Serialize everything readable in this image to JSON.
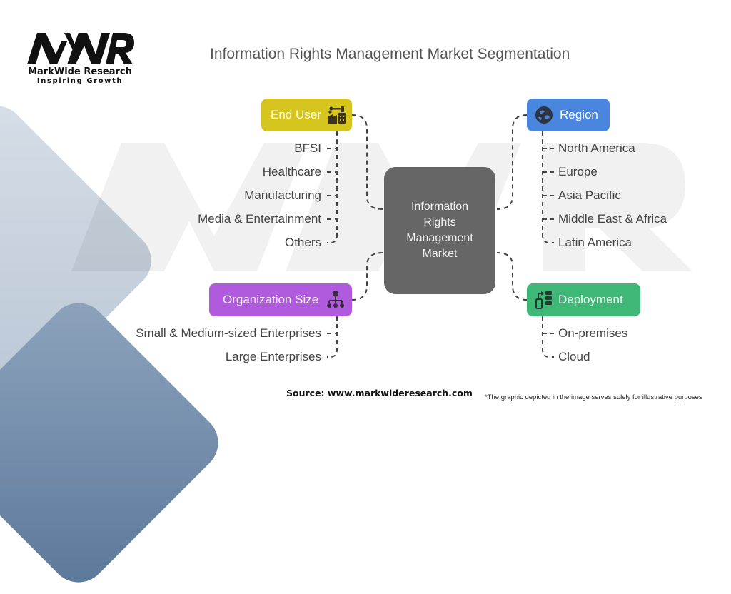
{
  "logo": {
    "mark": "MWR",
    "name": "MarkWide Research",
    "tagline": "Inspiring Growth"
  },
  "title": "Information Rights Management Market Segmentation",
  "center": {
    "label": "Information Rights Management Market"
  },
  "segments": {
    "end_user": {
      "label": "End User",
      "icon": "factory-robot-arm-icon",
      "color": "#d6c41f",
      "items": [
        "BFSI",
        "Healthcare",
        "Manufacturing",
        "Media & Entertainment",
        "Others"
      ]
    },
    "region": {
      "label": "Region",
      "icon": "globe-icon",
      "color": "#4a86de",
      "items": [
        "North America",
        "Europe",
        "Asia Pacific",
        "Middle East & Africa",
        "Latin America"
      ]
    },
    "organization_size": {
      "label": "Organization Size",
      "icon": "org-hierarchy-icon",
      "color": "#b05ade",
      "items": [
        "Small & Medium-sized Enterprises",
        "Large Enterprises"
      ]
    },
    "deployment": {
      "label": "Deployment",
      "icon": "mobile-server-icon",
      "color": "#3fb877",
      "items": [
        "On-premises",
        "Cloud"
      ]
    }
  },
  "footer": {
    "source": "Source: www.markwideresearch.com",
    "disclaimer": "*The graphic depicted in the image serves solely for illustrative purposes"
  }
}
